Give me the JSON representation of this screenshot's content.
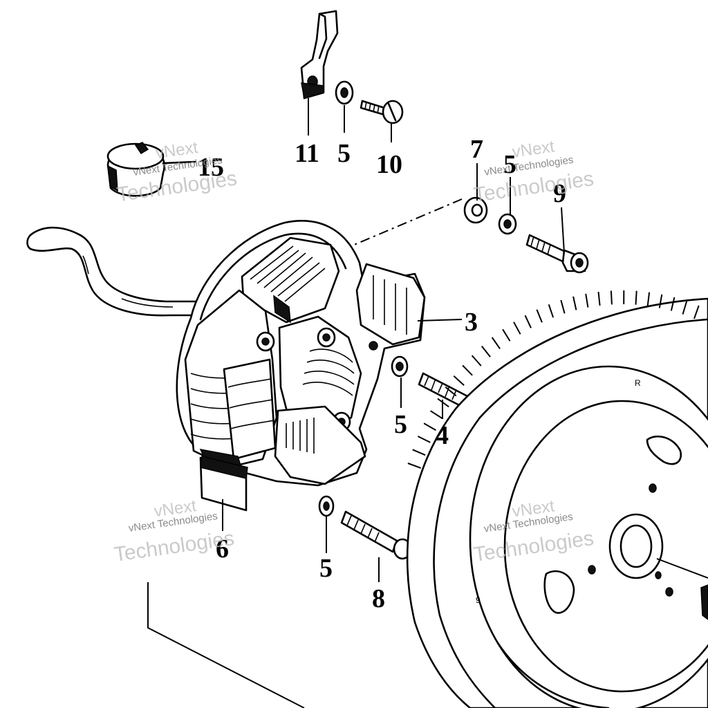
{
  "callouts": [
    {
      "id": "c11",
      "text": "11"
    },
    {
      "id": "c5a",
      "text": "5"
    },
    {
      "id": "c10",
      "text": "10"
    },
    {
      "id": "c15",
      "text": "15"
    },
    {
      "id": "c7",
      "text": "7"
    },
    {
      "id": "c5b",
      "text": "5"
    },
    {
      "id": "c9",
      "text": "9"
    },
    {
      "id": "c3",
      "text": "3"
    },
    {
      "id": "c5c",
      "text": "5"
    },
    {
      "id": "c4",
      "text": "4"
    },
    {
      "id": "c6",
      "text": "6"
    },
    {
      "id": "c5d",
      "text": "5"
    },
    {
      "id": "c8",
      "text": "8"
    }
  ],
  "watermark": {
    "brand": "vNext",
    "line1": "vNext Technologies",
    "line2": "Technologies",
    "color": "#b9b9b9"
  },
  "flywheel_marks": {
    "top": "R",
    "bottom": "9"
  },
  "icons": [
    "stator-assembly",
    "flywheel-icon",
    "bolt-icon",
    "washer-icon",
    "ignition-coil-icon",
    "cap-icon",
    "bracket-icon"
  ]
}
